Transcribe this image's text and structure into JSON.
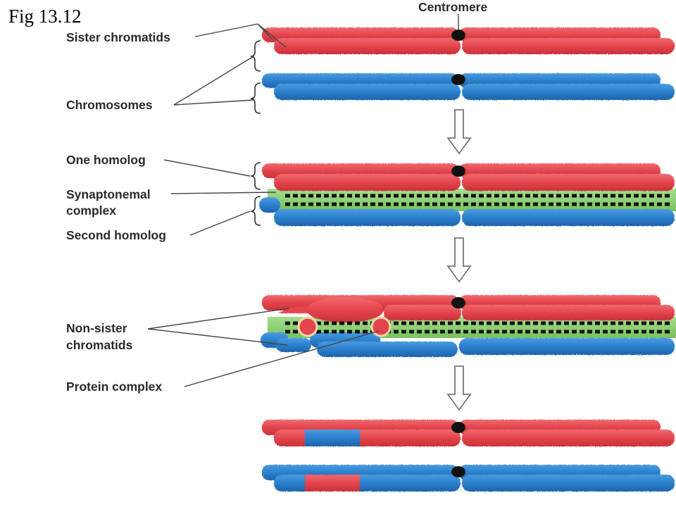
{
  "figure": {
    "title": "Fig 13.12"
  },
  "labels": {
    "centromere": "Centromere",
    "sister_chromatids": "Sister chromatids",
    "chromosomes": "Chromosomes",
    "one_homolog": "One homolog",
    "synaptonemal_line1": "Synaptonemal",
    "synaptonemal_line2": "complex",
    "second_homolog": "Second homolog",
    "non_sister_line1": "Non-sister",
    "non_sister_line2": "chromatids",
    "protein_complex": "Protein complex"
  },
  "colors": {
    "red_chromatid": "#e8474f",
    "blue_chromatid": "#2f86cf",
    "synaptonemal_green": "#8fd175",
    "centromere": "#111111",
    "arrow_outline": "#777777",
    "leader_line": "#444444"
  }
}
